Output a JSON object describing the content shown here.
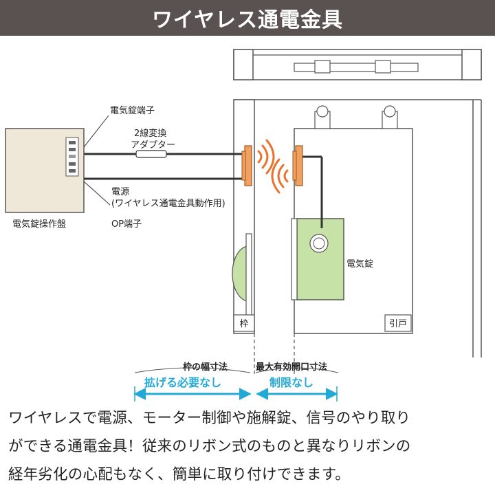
{
  "header": {
    "title": "ワイヤレス通電金具"
  },
  "diagram": {
    "labels": {
      "terminal": "電気錠端子",
      "adapter_line1": "2線変換",
      "adapter_line2": "アダプター",
      "power": "電源",
      "power_note": "(ワイヤレス通電金具動作用)",
      "panel": "電気錠操作盤",
      "op_terminal": "OP端子",
      "electric_lock": "電気錠",
      "frame": "枠",
      "sliding_door": "引戸",
      "frame_width": "枠の幅寸法",
      "no_expand": "拡げる必要なし",
      "max_opening": "最大有効開口寸法",
      "no_limit": "制限なし"
    },
    "colors": {
      "header_bg": "#595251",
      "accent_blue": "#23a9d6",
      "lock_green": "#c6e2a6",
      "wireless_orange": "#f0a060",
      "signal_orange": "#e8732c"
    }
  },
  "description": {
    "line1": "ワイヤレスで電源、モーター制御や施解錠、信号のやり取り",
    "line2": "ができる通電金具！従来のリボン式のものと異なりリボンの",
    "line3": "経年劣化の心配もなく、簡単に取り付けできます。"
  }
}
